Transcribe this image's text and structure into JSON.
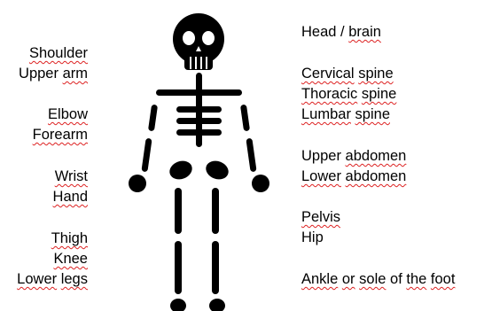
{
  "left_labels": [
    {
      "words": [
        "Shoulder"
      ],
      "squiggle": [
        true
      ]
    },
    {
      "words": [
        "Upper",
        "arm"
      ],
      "squiggle": [
        false,
        true
      ]
    },
    {
      "words": [
        "Elbow"
      ],
      "squiggle": [
        true
      ]
    },
    {
      "words": [
        "Forearm"
      ],
      "squiggle": [
        true
      ]
    },
    {
      "words": [
        "Wrist"
      ],
      "squiggle": [
        true
      ]
    },
    {
      "words": [
        "Hand"
      ],
      "squiggle": [
        true
      ]
    },
    {
      "words": [
        "Thigh"
      ],
      "squiggle": [
        true
      ]
    },
    {
      "words": [
        "Knee"
      ],
      "squiggle": [
        true
      ]
    },
    {
      "words": [
        "Lower",
        "legs"
      ],
      "squiggle": [
        true,
        true
      ]
    }
  ],
  "right_labels": [
    {
      "words": [
        "Head",
        "/",
        "brain"
      ],
      "squiggle": [
        false,
        false,
        true
      ]
    },
    {
      "words": [
        "Cervical",
        "spine"
      ],
      "squiggle": [
        true,
        true
      ]
    },
    {
      "words": [
        "Thoracic",
        "spine"
      ],
      "squiggle": [
        true,
        true
      ]
    },
    {
      "words": [
        "Lumbar",
        "spine"
      ],
      "squiggle": [
        true,
        true
      ]
    },
    {
      "words": [
        "Upper",
        "abdomen"
      ],
      "squiggle": [
        false,
        true
      ]
    },
    {
      "words": [
        "Lower",
        "abdomen"
      ],
      "squiggle": [
        true,
        true
      ]
    },
    {
      "words": [
        "Pelvis"
      ],
      "squiggle": [
        true
      ]
    },
    {
      "words": [
        "Hip"
      ],
      "squiggle": [
        false
      ]
    },
    {
      "words": [
        "Ankle",
        "or",
        "sole",
        "of",
        "the",
        "foot"
      ],
      "squiggle": [
        true,
        true,
        true,
        false,
        true,
        true
      ]
    }
  ],
  "colors": {
    "figure": "#000000",
    "spellcheck": "#dd2222",
    "text": "#000000"
  }
}
